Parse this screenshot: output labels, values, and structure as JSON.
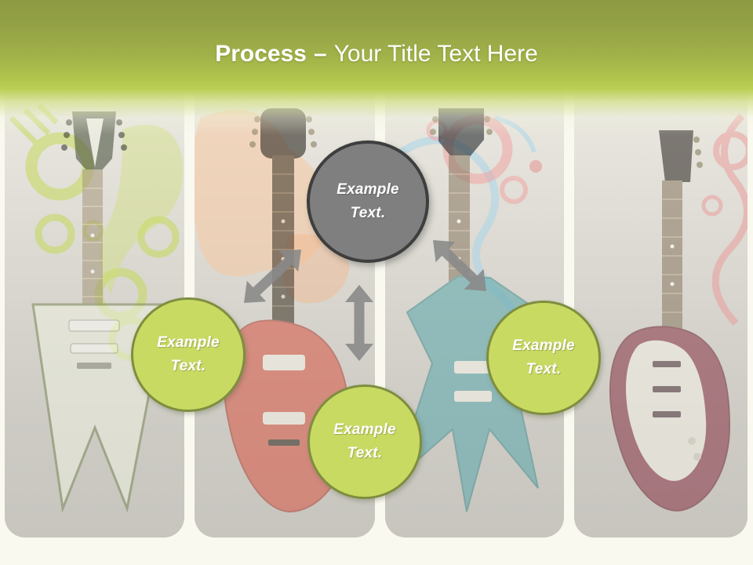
{
  "header": {
    "title_bold": "Process",
    "title_dash": "–",
    "title_rest": "Your Title Text Here"
  },
  "diagram": {
    "center_node": {
      "line1": "Example",
      "line2": "Text."
    },
    "left_node": {
      "line1": "Example",
      "line2": "Text."
    },
    "bottom_node": {
      "line1": "Example",
      "line2": "Text."
    },
    "right_node": {
      "line1": "Example",
      "line2": "Text."
    }
  },
  "colors": {
    "header_green_top": "#8d9a43",
    "header_green_bright": "#bbcf55",
    "node_green_fill": "#c9da63",
    "node_green_border": "#7e8e3f",
    "node_gray_fill": "#7f7f7f",
    "node_gray_border": "#3e3e3e",
    "arrow_gray": "#8a8a8a",
    "page_background": "#faf9ef",
    "panel_gray": "#c8c6bf"
  },
  "background": {
    "panels": [
      {
        "label": "flying-v-guitar"
      },
      {
        "label": "red-electric-guitar"
      },
      {
        "label": "teal-star-guitar"
      },
      {
        "label": "maroon-strat-guitar"
      }
    ]
  }
}
